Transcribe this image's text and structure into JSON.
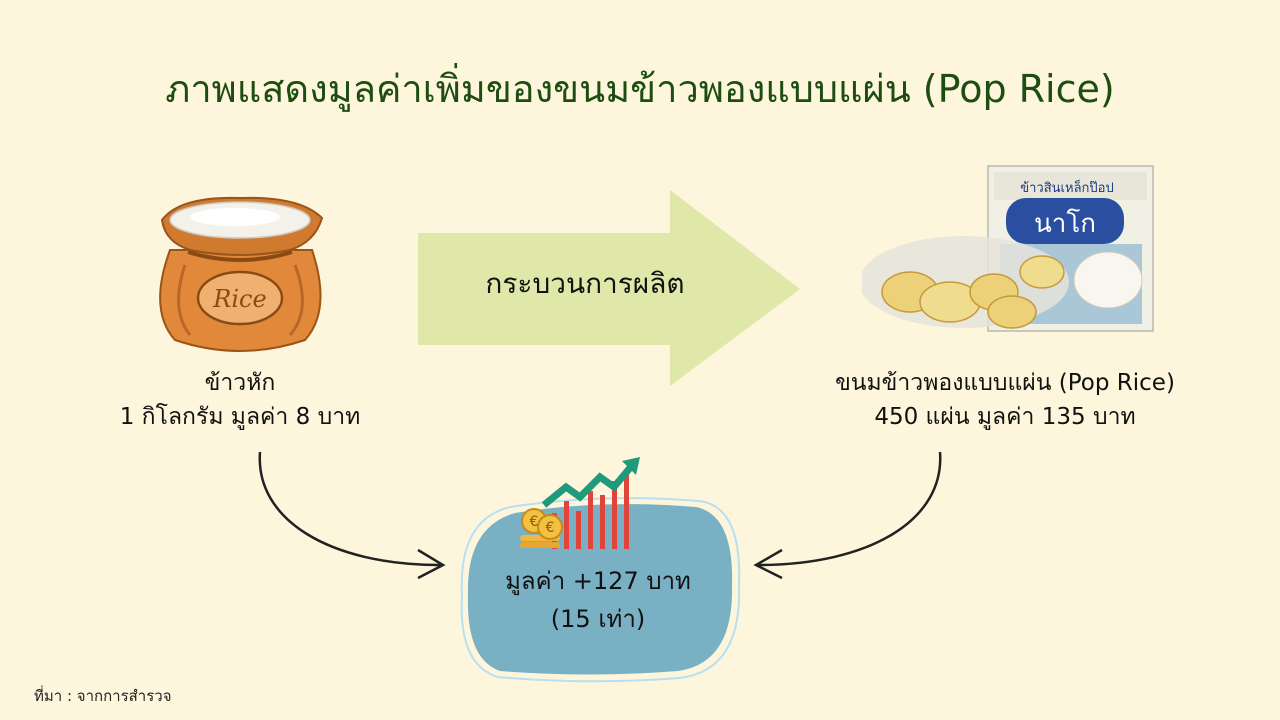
{
  "title": "ภาพแสดงมูลค่าเพิ่มของขนมข้าวพองแบบแผ่น (Pop Rice)",
  "process_label": "กระบวนการผลิต",
  "input": {
    "name": "ข้าวหัก",
    "detail": "1 กิโลกรัม มูลค่า 8 บาท",
    "sack_label": "Rice"
  },
  "output": {
    "name": "ขนมข้าวพองแบบแผ่น (Pop Rice)",
    "detail": "450 แผ่น มูลค่า 135 บาท",
    "package_top": "ข้าวสินเหล็กป๊อป",
    "package_brand": "นาโก"
  },
  "result": {
    "value": "มูลค่า +127 บาท",
    "multiple": "(15 เท่า)"
  },
  "source": "ที่มา : จากการสำรวจ",
  "colors": {
    "title": "#1e4d12",
    "background": "#fdf6dc",
    "arrow": "#dfe8a8",
    "blob": "#7ab0c4"
  }
}
